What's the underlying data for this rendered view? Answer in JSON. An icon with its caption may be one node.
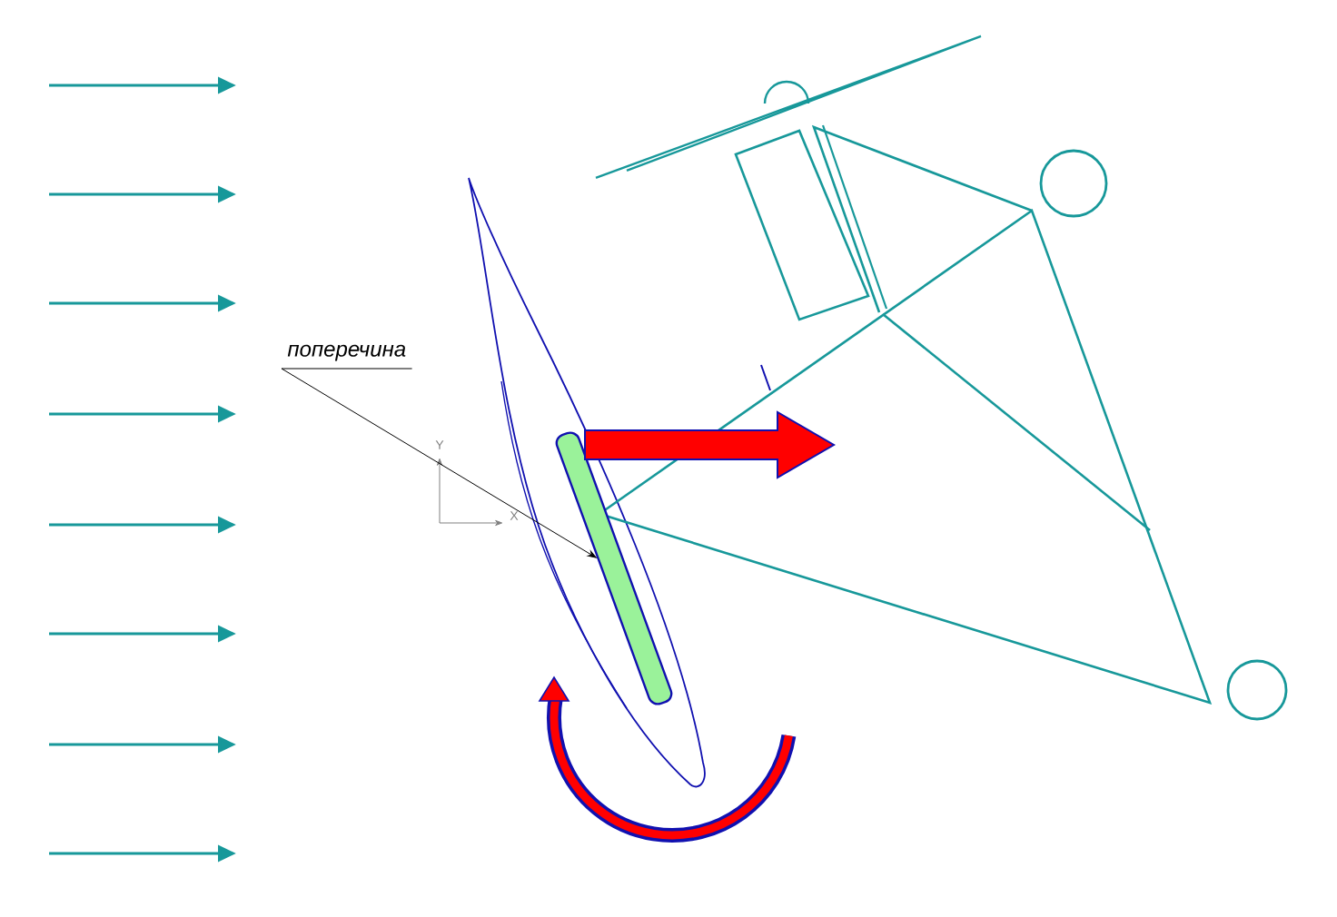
{
  "diagram": {
    "nodes": [
      {
        "text": [
          "поперечина"
        ]
      },
      {
        "text": [],
        "shape": "bar"
      }
    ],
    "edges": [
      {
        "from": 0,
        "to": 1,
        "arrow": "to"
      }
    ],
    "labels": [
      "Y",
      "X"
    ]
  }
}
